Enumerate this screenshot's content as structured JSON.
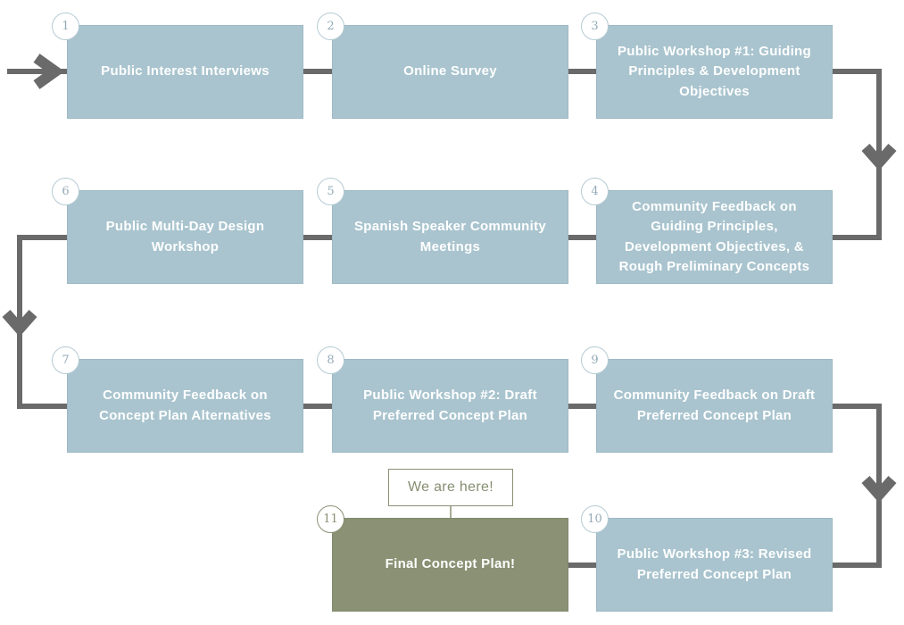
{
  "figure": {
    "type": "flowchart",
    "description": "Community engagement process flow, steps 1 through 11"
  },
  "palette": {
    "box_fill_blue": "#a9c4ce",
    "box_fill_green": "#8a9174",
    "connector_gray": "#696a69",
    "callout_olive": "#868e71",
    "badge_number_blue": "#93aab7",
    "badge_border_blue": "#b6cbd4",
    "box_text": "#ffffff"
  },
  "steps": [
    {
      "number": "1",
      "label": "Public Interest Interviews",
      "variant": "blue"
    },
    {
      "number": "2",
      "label": "Online Survey",
      "variant": "blue"
    },
    {
      "number": "3",
      "label": "Public Workshop #1: Guiding Principles & Development Objectives",
      "variant": "blue"
    },
    {
      "number": "4",
      "label": "Community Feedback on Guiding Principles, Development Objectives, & Rough Preliminary Concepts",
      "variant": "blue"
    },
    {
      "number": "5",
      "label": "Spanish Speaker Community Meetings",
      "variant": "blue"
    },
    {
      "number": "6",
      "label": "Public Multi-Day Design Workshop",
      "variant": "blue"
    },
    {
      "number": "7",
      "label": "Community Feedback on Concept Plan Alternatives",
      "variant": "blue"
    },
    {
      "number": "8",
      "label": "Public Workshop #2: Draft Preferred Concept Plan",
      "variant": "blue"
    },
    {
      "number": "9",
      "label": "Community Feedback on Draft Preferred Concept Plan",
      "variant": "blue"
    },
    {
      "number": "10",
      "label": "Public Workshop #3: Revised Preferred Concept Plan",
      "variant": "blue"
    },
    {
      "number": "11",
      "label": "Final Concept Plan!",
      "variant": "green"
    }
  ],
  "callout": {
    "label": "We are here!"
  }
}
